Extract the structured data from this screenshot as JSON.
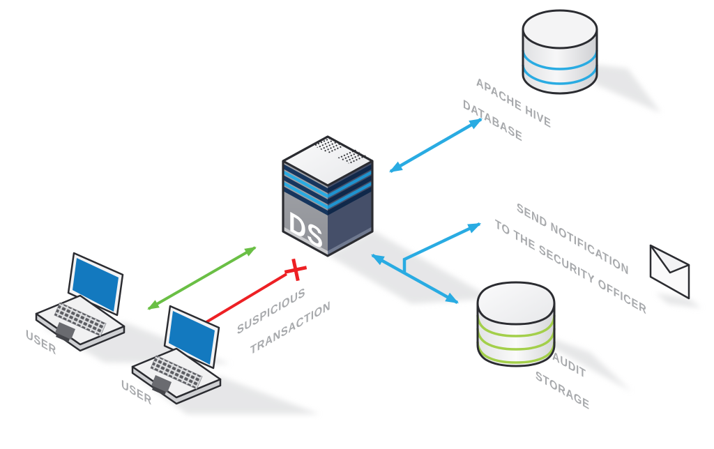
{
  "nodes": {
    "user_laptop_1": {
      "label": "USER",
      "icon": "laptop-icon"
    },
    "user_laptop_2": {
      "label": "USER",
      "icon": "laptop-icon"
    },
    "ds_server": {
      "label": "DS",
      "icon": "server-tower-icon"
    },
    "apache_hive_database": {
      "label_line1": "APACHE HIVE",
      "label_line2": "DATABASE",
      "icon": "database-cylinder-icon"
    },
    "audit_storage": {
      "label_line1": "AUDIT",
      "label_line2": "STORAGE",
      "icon": "rounded-storage-icon"
    },
    "security_notification": {
      "label_line1": "SEND NOTIFICATION",
      "label_line2": "TO THE SECURITY OFFICER",
      "icon": "envelope-icon"
    }
  },
  "edges": {
    "user_to_server_allowed": {
      "style": "double-arrow"
    },
    "suspicious_transaction": {
      "label_line1": "SUSPICIOUS",
      "label_line2": "TRANSACTION",
      "style": "blocked-arrow"
    },
    "server_to_hive_db": {
      "style": "double-arrow"
    },
    "server_to_audit_storage": {
      "style": "double-arrow"
    },
    "server_to_notification": {
      "style": "single-arrow"
    }
  },
  "colors": {
    "arrow_green": "#6abf45",
    "arrow_red": "#ed2024",
    "arrow_blue": "#29abe2",
    "label_gray": "#a7a9ac",
    "laptop_screen_blue": "#1379bf",
    "server_stripe_navy": "#16355d",
    "server_stripe_cyan": "#29abe2",
    "db_stripe_cyan": "#29abe2",
    "storage_stripe_green": "#a3cf4a"
  }
}
